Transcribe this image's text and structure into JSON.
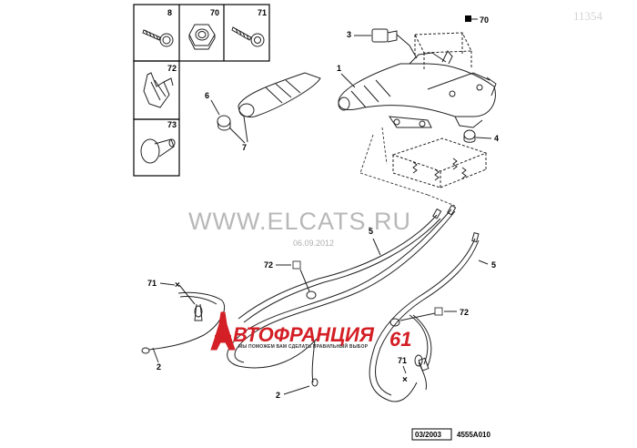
{
  "diagram": {
    "id_number": "11354",
    "watermark": "WWW.ELCATS.RU",
    "watermark_date": "06.09.2012",
    "date_code": "03/2003",
    "drawing_ref": "4555A010",
    "logo": {
      "text_prefix": "ВТОФРАНЦИЯ",
      "number": "61",
      "tagline": "МЫ ПОМОЖЕМ ВАМ СДЕЛАТЬ ПРАВИЛЬНЫЙ ВЫБОР",
      "color": "#d31f25"
    },
    "inset_labels": [
      "8",
      "70",
      "71",
      "72",
      "73"
    ],
    "callouts": [
      {
        "label": "70"
      },
      {
        "label": "3"
      },
      {
        "label": "1"
      },
      {
        "label": "6"
      },
      {
        "label": "7"
      },
      {
        "label": "4"
      },
      {
        "label": "5"
      },
      {
        "label": "72"
      },
      {
        "label": "71"
      },
      {
        "label": "2"
      },
      {
        "label": "5"
      },
      {
        "label": "72"
      },
      {
        "label": "71"
      },
      {
        "label": "2"
      }
    ]
  }
}
